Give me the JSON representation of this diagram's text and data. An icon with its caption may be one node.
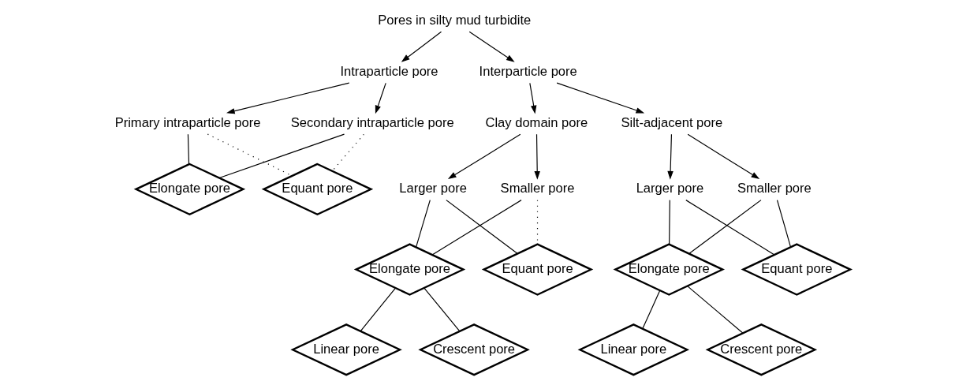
{
  "diagram": {
    "nodes": [
      {
        "text": [
          "Pores in silty mud turbidite"
        ]
      },
      {
        "text": [
          "Intraparticle pore"
        ]
      },
      {
        "text": [
          "Interparticle pore"
        ]
      },
      {
        "text": [
          "Primary intraparticle pore"
        ]
      },
      {
        "text": [
          "Secondary intraparticle pore"
        ]
      },
      {
        "text": [
          "Elongate pore"
        ]
      },
      {
        "text": [
          "Equant pore"
        ]
      },
      {
        "text": [
          "Clay domain pore"
        ]
      },
      {
        "text": [
          "Silt-adjacent pore"
        ]
      },
      {
        "text": [
          "Larger pore"
        ]
      },
      {
        "text": [
          "Smaller pore"
        ]
      },
      {
        "text": [
          "Elongate pore"
        ]
      },
      {
        "text": [
          "Equant pore"
        ]
      },
      {
        "text": [
          "Larger pore"
        ]
      },
      {
        "text": [
          "Smaller pore"
        ]
      },
      {
        "text": [
          "Elongate pore"
        ]
      },
      {
        "text": [
          "Equant pore"
        ]
      },
      {
        "text": [
          "Linear pore"
        ]
      },
      {
        "text": [
          "Crescent pore"
        ]
      },
      {
        "text": [
          "Linear pore"
        ]
      },
      {
        "text": [
          "Crescent pore"
        ]
      }
    ],
    "edges": [
      {
        "from": 0,
        "to": 1,
        "arrow": "to"
      },
      {
        "from": 0,
        "to": 2,
        "arrow": "to"
      },
      {
        "from": 1,
        "to": 3,
        "arrow": "to"
      },
      {
        "from": 1,
        "to": 4,
        "arrow": "to"
      },
      {
        "from": 3,
        "to": 5,
        "arrow": "none"
      },
      {
        "from": 3,
        "to": 6,
        "arrow": "none",
        "style": "dashed"
      },
      {
        "from": 4,
        "to": 5,
        "arrow": "none"
      },
      {
        "from": 4,
        "to": 6,
        "arrow": "none",
        "style": "dashed"
      },
      {
        "from": 2,
        "to": 7,
        "arrow": "to"
      },
      {
        "from": 2,
        "to": 8,
        "arrow": "to"
      },
      {
        "from": 7,
        "to": 9,
        "arrow": "to"
      },
      {
        "from": 7,
        "to": 10,
        "arrow": "to"
      },
      {
        "from": 9,
        "to": 11,
        "arrow": "none"
      },
      {
        "from": 9,
        "to": 12,
        "arrow": "none"
      },
      {
        "from": 10,
        "to": 11,
        "arrow": "none"
      },
      {
        "from": 10,
        "to": 12,
        "arrow": "none",
        "style": "dashed"
      },
      {
        "from": 11,
        "to": 17,
        "arrow": "none"
      },
      {
        "from": 11,
        "to": 18,
        "arrow": "none"
      },
      {
        "from": 8,
        "to": 13,
        "arrow": "to"
      },
      {
        "from": 8,
        "to": 14,
        "arrow": "to"
      },
      {
        "from": 13,
        "to": 15,
        "arrow": "none"
      },
      {
        "from": 13,
        "to": 16,
        "arrow": "none"
      },
      {
        "from": 14,
        "to": 15,
        "arrow": "none"
      },
      {
        "from": 14,
        "to": 16,
        "arrow": "none"
      },
      {
        "from": 15,
        "to": 19,
        "arrow": "none"
      },
      {
        "from": 15,
        "to": 20,
        "arrow": "none"
      }
    ]
  }
}
